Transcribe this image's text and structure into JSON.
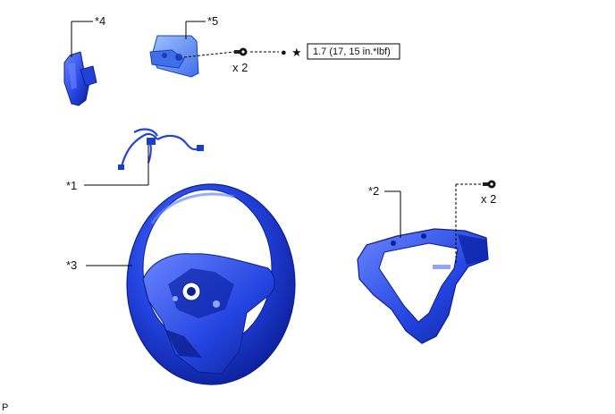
{
  "callouts": {
    "c1": "*1",
    "c2": "*2",
    "c3": "*3",
    "c4": "*4",
    "c5": "*5"
  },
  "quantities": {
    "screw_top": "x 2",
    "screw_right": "x 2"
  },
  "torque": {
    "value": "1.7 (17, 15 in.*lbf)",
    "bullet": "●",
    "star": "★"
  },
  "footer_code": "P",
  "colors": {
    "part_fill": "#1f3fd8",
    "part_highlight": "#4d6cff",
    "part_shadow": "#0b1f8f",
    "line": "#000000"
  }
}
